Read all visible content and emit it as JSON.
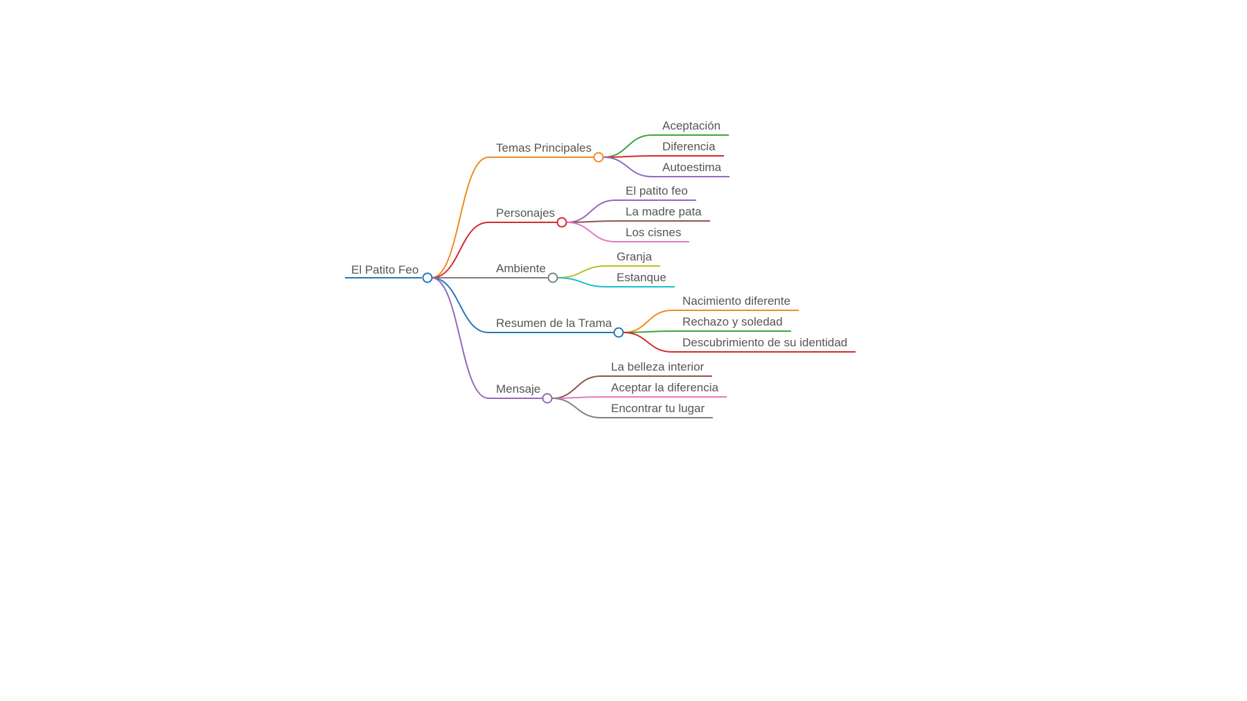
{
  "mindmap": {
    "root": {
      "label": "El Patito Feo",
      "color": "#2177b8"
    },
    "branches": [
      {
        "label": "Temas Principales",
        "color": "#f28a1f",
        "children": [
          {
            "label": "Aceptación",
            "color": "#3aa63a"
          },
          {
            "label": "Diferencia",
            "color": "#d62828"
          },
          {
            "label": "Autoestima",
            "color": "#9467bd"
          }
        ]
      },
      {
        "label": "Personajes",
        "color": "#d62828",
        "children": [
          {
            "label": "El patito feo",
            "color": "#9467bd"
          },
          {
            "label": "La madre pata",
            "color": "#8c564b"
          },
          {
            "label": "Los cisnes",
            "color": "#e377c2"
          }
        ]
      },
      {
        "label": "Ambiente",
        "color": "#7f7f7f",
        "children": [
          {
            "label": "Granja",
            "color": "#bcbd22"
          },
          {
            "label": "Estanque",
            "color": "#17becf"
          }
        ]
      },
      {
        "label": "Resumen de la Trama",
        "color": "#2177b8",
        "children": [
          {
            "label": "Nacimiento diferente",
            "color": "#f28a1f"
          },
          {
            "label": "Rechazo y soledad",
            "color": "#3aa63a"
          },
          {
            "label": "Descubrimiento de su identidad",
            "color": "#d62828"
          }
        ]
      },
      {
        "label": "Mensaje",
        "color": "#9467bd",
        "children": [
          {
            "label": "La belleza interior",
            "color": "#8c564b"
          },
          {
            "label": "Aceptar la diferencia",
            "color": "#e377c2"
          },
          {
            "label": "Encontrar tu lugar",
            "color": "#7f7f7f"
          }
        ]
      }
    ]
  }
}
